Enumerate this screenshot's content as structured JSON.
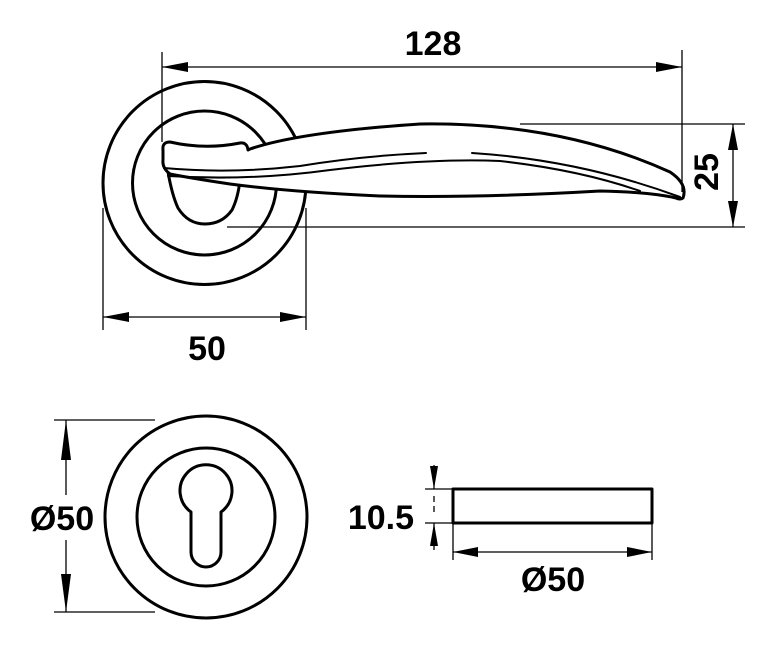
{
  "drawing": {
    "handle_view": {
      "length_label": "128",
      "height_label": "25",
      "rose_width_label": "50"
    },
    "escutcheon_front": {
      "diameter_label": "Ø50"
    },
    "escutcheon_side": {
      "thickness_label": "10.5",
      "diameter_label": "Ø50"
    },
    "line_color": "#000000"
  }
}
